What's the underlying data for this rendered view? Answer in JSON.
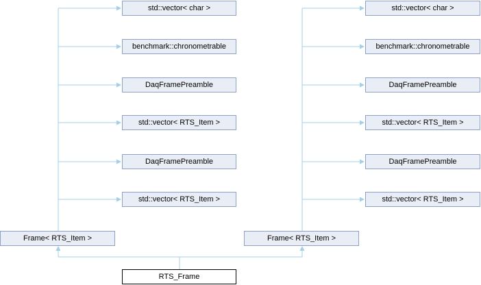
{
  "diagram": {
    "kind": "doxygen-collaboration-graph",
    "root": {
      "label": "RTS_Frame"
    },
    "parents": [
      {
        "label": "Frame< RTS_Item >"
      },
      {
        "label": "Frame< RTS_Item >"
      }
    ],
    "left_column": [
      {
        "label": "std::vector< char >"
      },
      {
        "label": "benchmark::chronometrable"
      },
      {
        "label": "DaqFramePreamble"
      },
      {
        "label": "std::vector< RTS_Item >"
      },
      {
        "label": "DaqFramePreamble"
      },
      {
        "label": "std::vector< RTS_Item >"
      }
    ],
    "right_column": [
      {
        "label": "std::vector< char >"
      },
      {
        "label": "benchmark::chronometrable"
      },
      {
        "label": "DaqFramePreamble"
      },
      {
        "label": "std::vector< RTS_Item >"
      },
      {
        "label": "DaqFramePreamble"
      },
      {
        "label": "std::vector< RTS_Item >"
      }
    ],
    "colors": {
      "node_fill": "#E9EDF6",
      "node_border": "#8DA0C7",
      "root_fill": "#FFFFFF",
      "root_border": "#000000",
      "edge": "#A3CFE9"
    }
  }
}
